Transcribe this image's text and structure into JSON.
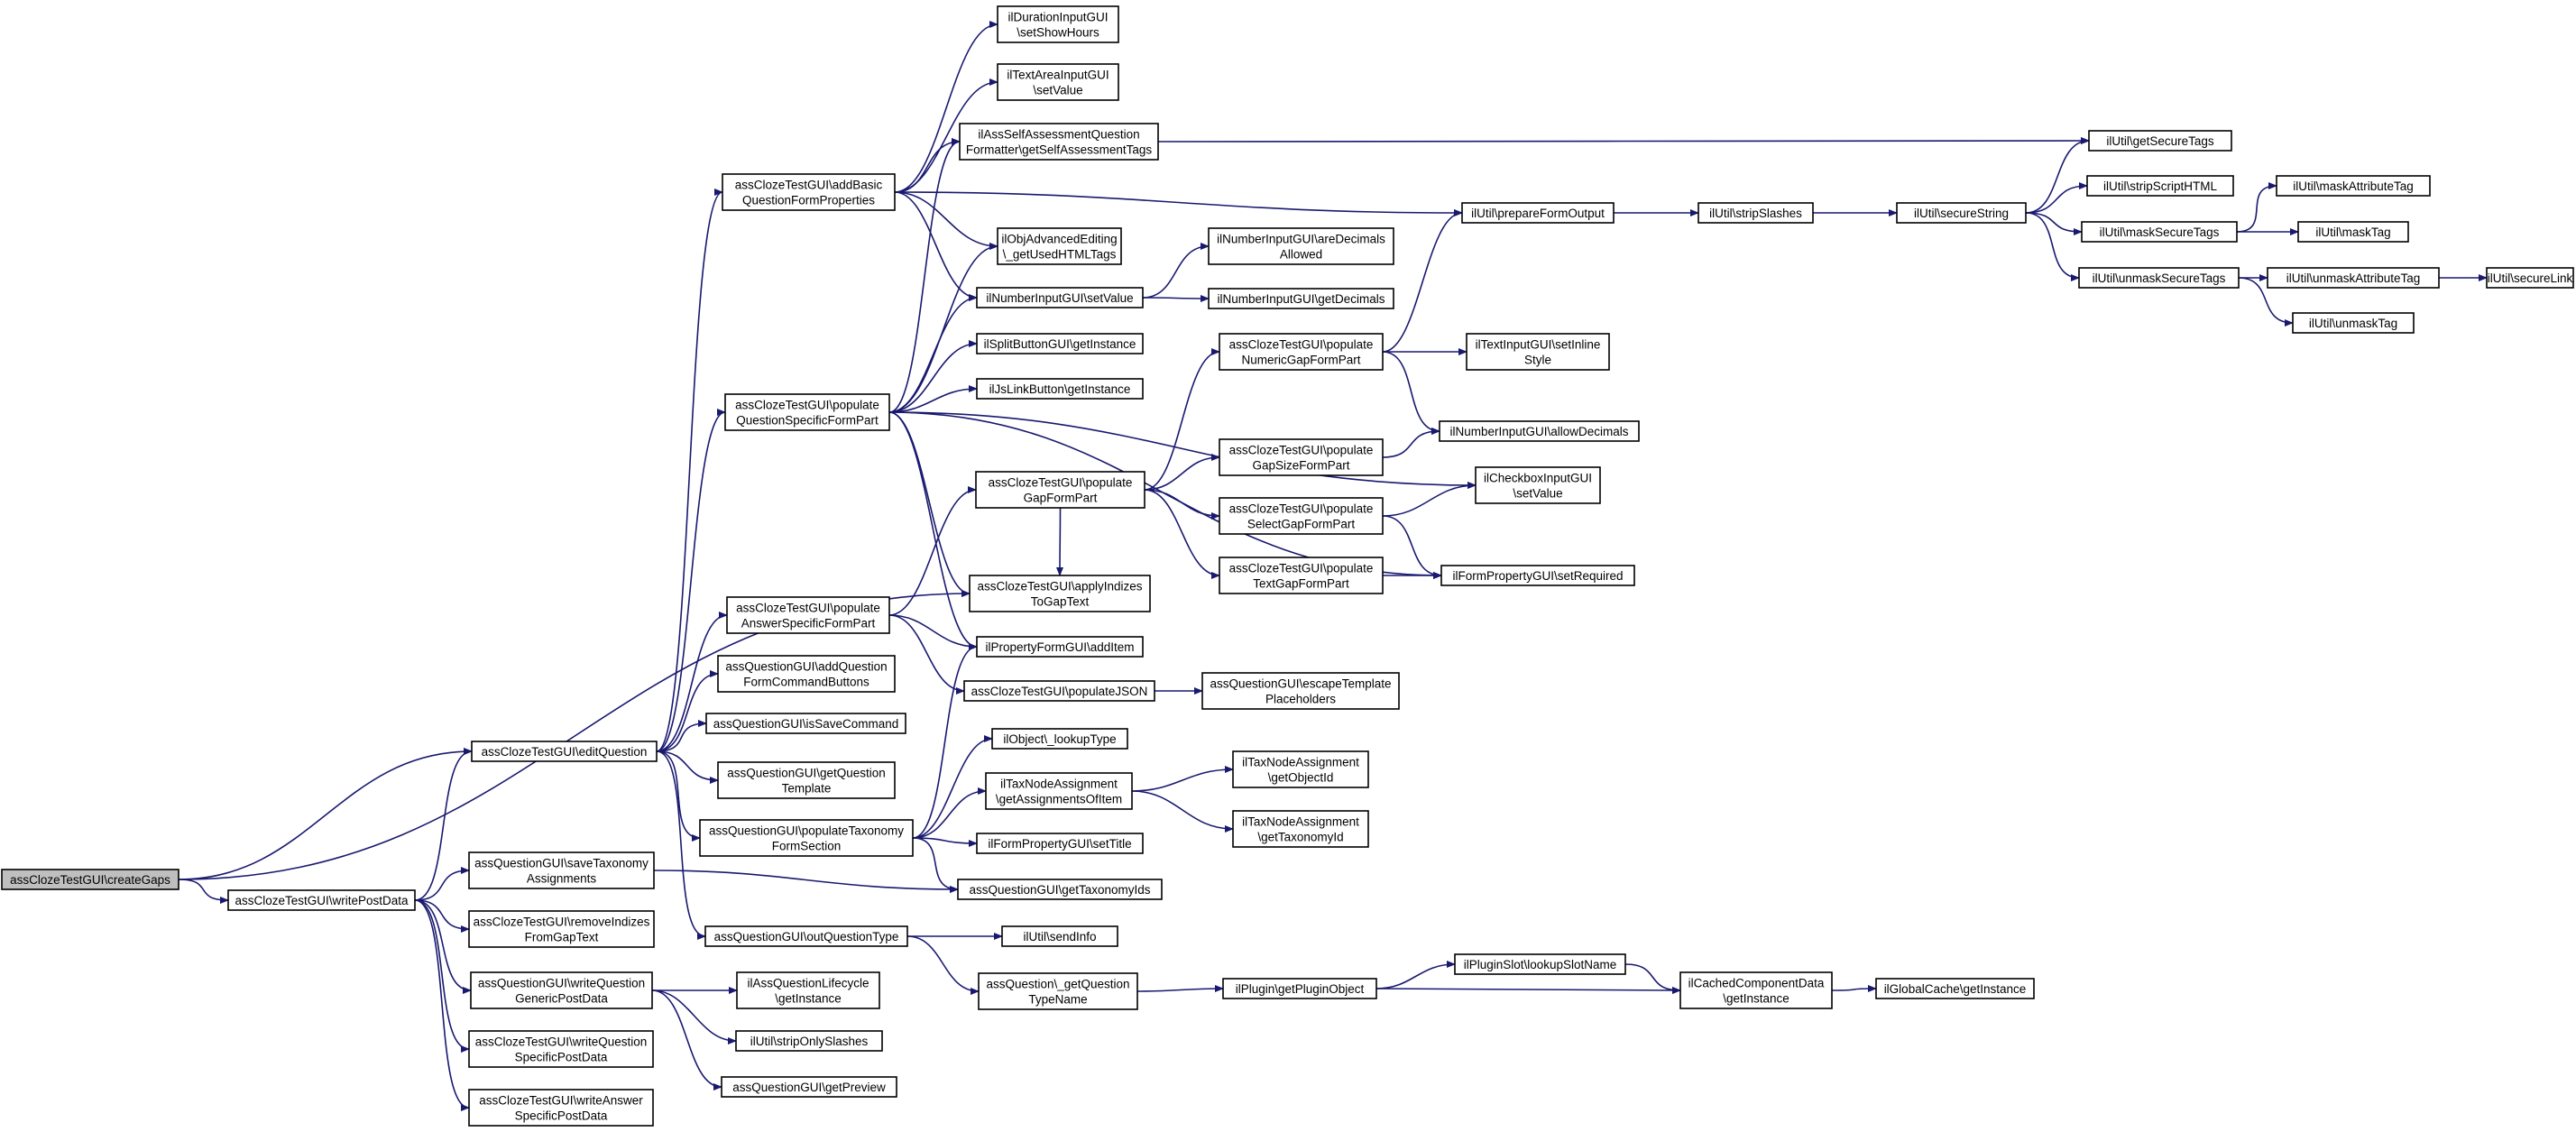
{
  "diagram": {
    "type": "call-graph",
    "root": "createGaps",
    "colors": {
      "edge": "#191970",
      "root_fill": "#bfbfbf",
      "node_fill": "#ffffff",
      "node_border": "#000000"
    },
    "nodes": [
      {
        "id": "createGaps",
        "lines": [
          "assClozeTestGUI\\createGaps"
        ]
      },
      {
        "id": "writePostData",
        "lines": [
          "assClozeTestGUI\\writePostData"
        ]
      },
      {
        "id": "editQuestion",
        "lines": [
          "assClozeTestGUI\\editQuestion"
        ]
      },
      {
        "id": "addBasic",
        "lines": [
          "assClozeTestGUI\\addBasic",
          "QuestionFormProperties"
        ]
      },
      {
        "id": "populateQSFP",
        "lines": [
          "assClozeTestGUI\\populate",
          "QuestionSpecificFormPart"
        ]
      },
      {
        "id": "populateASFP",
        "lines": [
          "assClozeTestGUI\\populate",
          "AnswerSpecificFormPart"
        ]
      },
      {
        "id": "addQFCB",
        "lines": [
          "assQuestionGUI\\addQuestion",
          "FormCommandButtons"
        ]
      },
      {
        "id": "isSaveCommand",
        "lines": [
          "assQuestionGUI\\isSaveCommand"
        ]
      },
      {
        "id": "getQuestionTemplate",
        "lines": [
          "assQuestionGUI\\getQuestion",
          "Template"
        ]
      },
      {
        "id": "populateTaxFS",
        "lines": [
          "assQuestionGUI\\populateTaxonomy",
          "FormSection"
        ]
      },
      {
        "id": "outQuestionType",
        "lines": [
          "assQuestionGUI\\outQuestionType"
        ]
      },
      {
        "id": "saveTaxAssign",
        "lines": [
          "assQuestionGUI\\saveTaxonomy",
          "Assignments"
        ]
      },
      {
        "id": "removeIndizes",
        "lines": [
          "assClozeTestGUI\\removeIndizes",
          "FromGapText"
        ]
      },
      {
        "id": "writeQGPD",
        "lines": [
          "assQuestionGUI\\writeQuestion",
          "GenericPostData"
        ]
      },
      {
        "id": "writeQSPD",
        "lines": [
          "assClozeTestGUI\\writeQuestion",
          "SpecificPostData"
        ]
      },
      {
        "id": "writeASPD",
        "lines": [
          "assClozeTestGUI\\writeAnswer",
          "SpecificPostData"
        ]
      },
      {
        "id": "durationShowHours",
        "lines": [
          "ilDurationInputGUI",
          "\\setShowHours"
        ]
      },
      {
        "id": "textAreaSetValue",
        "lines": [
          "ilTextAreaInputGUI",
          "\\setValue"
        ]
      },
      {
        "id": "selfAssessTags",
        "lines": [
          "ilAssSelfAssessmentQuestion",
          "Formatter\\getSelfAssessmentTags"
        ]
      },
      {
        "id": "objAdvEditing",
        "lines": [
          "ilObjAdvancedEditing",
          "\\_getUsedHTMLTags"
        ]
      },
      {
        "id": "numSetValue",
        "lines": [
          "ilNumberInputGUI\\setValue"
        ]
      },
      {
        "id": "splitButton",
        "lines": [
          "ilSplitButtonGUI\\getInstance"
        ]
      },
      {
        "id": "jsLinkButton",
        "lines": [
          "ilJsLinkButton\\getInstance"
        ]
      },
      {
        "id": "populateGapFP",
        "lines": [
          "assClozeTestGUI\\populate",
          "GapFormPart"
        ]
      },
      {
        "id": "applyIndizes",
        "lines": [
          "assClozeTestGUI\\applyIndizes",
          "ToGapText"
        ]
      },
      {
        "id": "addItem",
        "lines": [
          "ilPropertyFormGUI\\addItem"
        ]
      },
      {
        "id": "populateJSON",
        "lines": [
          "assClozeTestGUI\\populateJSON"
        ]
      },
      {
        "id": "lookupType",
        "lines": [
          "ilObject\\_lookupType"
        ]
      },
      {
        "id": "getAssignOfItem",
        "lines": [
          "ilTaxNodeAssignment",
          "\\getAssignmentsOfItem"
        ]
      },
      {
        "id": "formSetTitle",
        "lines": [
          "ilFormPropertyGUI\\setTitle"
        ]
      },
      {
        "id": "getTaxIds",
        "lines": [
          "assQuestionGUI\\getTaxonomyIds"
        ]
      },
      {
        "id": "sendInfo",
        "lines": [
          "ilUtil\\sendInfo"
        ]
      },
      {
        "id": "getQTypeName",
        "lines": [
          "assQuestion\\_getQuestion",
          "TypeName"
        ]
      },
      {
        "id": "lifecycle",
        "lines": [
          "ilAssQuestionLifecycle",
          "\\getInstance"
        ]
      },
      {
        "id": "stripOnlySlashes",
        "lines": [
          "ilUtil\\stripOnlySlashes"
        ]
      },
      {
        "id": "getPreview",
        "lines": [
          "assQuestionGUI\\getPreview"
        ]
      },
      {
        "id": "areDecimals",
        "lines": [
          "ilNumberInputGUI\\areDecimals",
          "Allowed"
        ]
      },
      {
        "id": "getDecimals",
        "lines": [
          "ilNumberInputGUI\\getDecimals"
        ]
      },
      {
        "id": "popNumericGap",
        "lines": [
          "assClozeTestGUI\\populate",
          "NumericGapFormPart"
        ]
      },
      {
        "id": "popGapSize",
        "lines": [
          "assClozeTestGUI\\populate",
          "GapSizeFormPart"
        ]
      },
      {
        "id": "popSelectGap",
        "lines": [
          "assClozeTestGUI\\populate",
          "SelectGapFormPart"
        ]
      },
      {
        "id": "popTextGap",
        "lines": [
          "assClozeTestGUI\\populate",
          "TextGapFormPart"
        ]
      },
      {
        "id": "escapeTemplate",
        "lines": [
          "assQuestionGUI\\escapeTemplate",
          "Placeholders"
        ]
      },
      {
        "id": "getObjectId",
        "lines": [
          "ilTaxNodeAssignment",
          "\\getObjectId"
        ]
      },
      {
        "id": "getTaxonomyId",
        "lines": [
          "ilTaxNodeAssignment",
          "\\getTaxonomyId"
        ]
      },
      {
        "id": "getPluginObject",
        "lines": [
          "ilPlugin\\getPluginObject"
        ]
      },
      {
        "id": "prepareFormOutput",
        "lines": [
          "ilUtil\\prepareFormOutput"
        ]
      },
      {
        "id": "textInlineStyle",
        "lines": [
          "ilTextInputGUI\\setInline",
          "Style"
        ]
      },
      {
        "id": "allowDecimals",
        "lines": [
          "ilNumberInputGUI\\allowDecimals"
        ]
      },
      {
        "id": "checkboxSetValue",
        "lines": [
          "ilCheckboxInputGUI",
          "\\setValue"
        ]
      },
      {
        "id": "setRequired",
        "lines": [
          "ilFormPropertyGUI\\setRequired"
        ]
      },
      {
        "id": "lookupSlotName",
        "lines": [
          "ilPluginSlot\\lookupSlotName"
        ]
      },
      {
        "id": "stripSlashes",
        "lines": [
          "ilUtil\\stripSlashes"
        ]
      },
      {
        "id": "cachedComponent",
        "lines": [
          "ilCachedComponentData",
          "\\getInstance"
        ]
      },
      {
        "id": "secureString",
        "lines": [
          "ilUtil\\secureString"
        ]
      },
      {
        "id": "globalCache",
        "lines": [
          "ilGlobalCache\\getInstance"
        ]
      },
      {
        "id": "getSecureTags",
        "lines": [
          "ilUtil\\getSecureTags"
        ]
      },
      {
        "id": "stripScriptHTML",
        "lines": [
          "ilUtil\\stripScriptHTML"
        ]
      },
      {
        "id": "maskSecureTags",
        "lines": [
          "ilUtil\\maskSecureTags"
        ]
      },
      {
        "id": "unmaskSecureTags",
        "lines": [
          "ilUtil\\unmaskSecureTags"
        ]
      },
      {
        "id": "maskAttributeTag",
        "lines": [
          "ilUtil\\maskAttributeTag"
        ]
      },
      {
        "id": "maskTag",
        "lines": [
          "ilUtil\\maskTag"
        ]
      },
      {
        "id": "unmaskAttributeTag",
        "lines": [
          "ilUtil\\unmaskAttributeTag"
        ]
      },
      {
        "id": "unmaskTag",
        "lines": [
          "ilUtil\\unmaskTag"
        ]
      },
      {
        "id": "secureLink",
        "lines": [
          "ilUtil\\secureLink"
        ]
      }
    ],
    "edges": [
      [
        "createGaps",
        "writePostData"
      ],
      [
        "createGaps",
        "editQuestion"
      ],
      [
        "createGaps",
        "applyIndizes"
      ],
      [
        "writePostData",
        "editQuestion"
      ],
      [
        "writePostData",
        "saveTaxAssign"
      ],
      [
        "writePostData",
        "removeIndizes"
      ],
      [
        "writePostData",
        "writeQGPD"
      ],
      [
        "writePostData",
        "writeQSPD"
      ],
      [
        "writePostData",
        "writeASPD"
      ],
      [
        "editQuestion",
        "addBasic"
      ],
      [
        "editQuestion",
        "populateQSFP"
      ],
      [
        "editQuestion",
        "populateASFP"
      ],
      [
        "editQuestion",
        "addQFCB"
      ],
      [
        "editQuestion",
        "isSaveCommand"
      ],
      [
        "editQuestion",
        "getQuestionTemplate"
      ],
      [
        "editQuestion",
        "populateTaxFS"
      ],
      [
        "editQuestion",
        "outQuestionType"
      ],
      [
        "addBasic",
        "durationShowHours"
      ],
      [
        "addBasic",
        "textAreaSetValue"
      ],
      [
        "addBasic",
        "selfAssessTags"
      ],
      [
        "addBasic",
        "objAdvEditing"
      ],
      [
        "addBasic",
        "numSetValue"
      ],
      [
        "addBasic",
        "prepareFormOutput"
      ],
      [
        "populateQSFP",
        "selfAssessTags"
      ],
      [
        "populateQSFP",
        "objAdvEditing"
      ],
      [
        "populateQSFP",
        "numSetValue"
      ],
      [
        "populateQSFP",
        "splitButton"
      ],
      [
        "populateQSFP",
        "jsLinkButton"
      ],
      [
        "populateQSFP",
        "applyIndizes"
      ],
      [
        "populateQSFP",
        "addItem"
      ],
      [
        "populateQSFP",
        "checkboxSetValue"
      ],
      [
        "populateQSFP",
        "setRequired"
      ],
      [
        "populateASFP",
        "populateGapFP"
      ],
      [
        "populateASFP",
        "addItem"
      ],
      [
        "populateASFP",
        "populateJSON"
      ],
      [
        "populateGapFP",
        "applyIndizes"
      ],
      [
        "populateGapFP",
        "popNumericGap"
      ],
      [
        "populateGapFP",
        "popGapSize"
      ],
      [
        "populateGapFP",
        "popSelectGap"
      ],
      [
        "populateGapFP",
        "popTextGap"
      ],
      [
        "populateTaxFS",
        "addItem"
      ],
      [
        "populateTaxFS",
        "lookupType"
      ],
      [
        "populateTaxFS",
        "getAssignOfItem"
      ],
      [
        "populateTaxFS",
        "formSetTitle"
      ],
      [
        "populateTaxFS",
        "getTaxIds"
      ],
      [
        "saveTaxAssign",
        "getTaxIds"
      ],
      [
        "outQuestionType",
        "sendInfo"
      ],
      [
        "outQuestionType",
        "getQTypeName"
      ],
      [
        "writeQGPD",
        "lifecycle"
      ],
      [
        "writeQGPD",
        "stripOnlySlashes"
      ],
      [
        "writeQGPD",
        "getPreview"
      ],
      [
        "numSetValue",
        "areDecimals"
      ],
      [
        "numSetValue",
        "getDecimals"
      ],
      [
        "popNumericGap",
        "prepareFormOutput"
      ],
      [
        "popNumericGap",
        "textInlineStyle"
      ],
      [
        "popNumericGap",
        "allowDecimals"
      ],
      [
        "popGapSize",
        "allowDecimals"
      ],
      [
        "popSelectGap",
        "checkboxSetValue"
      ],
      [
        "popSelectGap",
        "setRequired"
      ],
      [
        "popTextGap",
        "setRequired"
      ],
      [
        "populateJSON",
        "escapeTemplate"
      ],
      [
        "getAssignOfItem",
        "getObjectId"
      ],
      [
        "getAssignOfItem",
        "getTaxonomyId"
      ],
      [
        "getQTypeName",
        "getPluginObject"
      ],
      [
        "getPluginObject",
        "lookupSlotName"
      ],
      [
        "getPluginObject",
        "cachedComponent"
      ],
      [
        "lookupSlotName",
        "cachedComponent"
      ],
      [
        "cachedComponent",
        "globalCache"
      ],
      [
        "selfAssessTags",
        "getSecureTags"
      ],
      [
        "prepareFormOutput",
        "stripSlashes"
      ],
      [
        "stripSlashes",
        "secureString"
      ],
      [
        "secureString",
        "getSecureTags"
      ],
      [
        "secureString",
        "stripScriptHTML"
      ],
      [
        "secureString",
        "maskSecureTags"
      ],
      [
        "secureString",
        "unmaskSecureTags"
      ],
      [
        "maskSecureTags",
        "maskAttributeTag"
      ],
      [
        "maskSecureTags",
        "maskTag"
      ],
      [
        "unmaskSecureTags",
        "unmaskAttributeTag"
      ],
      [
        "unmaskSecureTags",
        "unmaskTag"
      ],
      [
        "unmaskAttributeTag",
        "secureLink"
      ]
    ]
  }
}
